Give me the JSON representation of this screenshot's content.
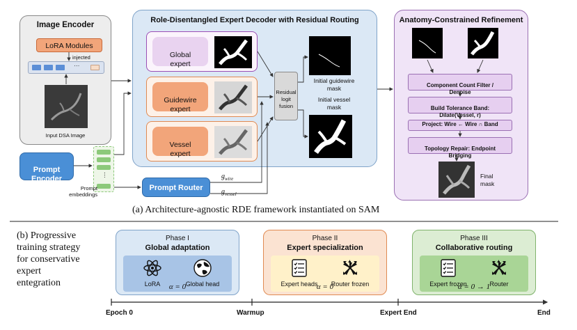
{
  "image_encoder": {
    "title": "Image Encoder",
    "lora_label": "LoRA Modules",
    "injected_label": "injected",
    "dots_label": "···",
    "input_caption": "Input DSA Image"
  },
  "prompt": {
    "encoder_label": "Prompt\nEncoder",
    "embeddings_label": "Prompt\nembeddings",
    "router_label": "Prompt Router",
    "g_wire": "g",
    "g_wire_sub": "wire",
    "g_vessel": "g",
    "g_vessel_sub": "vessel",
    "dots_label": "⋮"
  },
  "decoder": {
    "title": "Role-Disentangled Expert Decoder with Residual Routing",
    "global_expert": "Global\nexpert",
    "guidewire_expert": "Guidewire\nexpert",
    "vessel_expert": "Vessel\nexpert",
    "fusion_label": "Residual\nlogit\nfusion",
    "guidewire_mask_label": "Initial guidewire\nmask",
    "vessel_mask_label": "Initial vessel\nmask"
  },
  "refinement": {
    "title": "Anatomy-Constrained Refinement",
    "steps": [
      "Component Count Filter /\nDenoise",
      "Build Tolerance Band:\nDilate(Vessel, r)",
      "Project: Wire ← Wire ∩ Band",
      "Topology Repair: Endpoint\nBridging"
    ],
    "final_label": "Final\nmask"
  },
  "caption_a": "(a) Architecture-agnostic RDE framework instantiated on SAM",
  "caption_b": "(b) Progressive\ntraining strategy\nfor conservative\nexpert\nentegration",
  "phases": [
    {
      "title": "Phase I",
      "name": "Global adaptation",
      "icon1": "LoRA",
      "icon2": "Global head",
      "alpha": "α = 0"
    },
    {
      "title": "Phase II",
      "name": "Expert specialization",
      "icon1": "Expert heads",
      "icon2": "Router frozen",
      "alpha": "α = 0"
    },
    {
      "title": "Phase III",
      "name": "Collaborative routing",
      "icon1": "Expert frozen",
      "icon2": "Router",
      "alpha": "α = 0 → 1"
    }
  ],
  "timeline": [
    "Epoch 0",
    "Warmup",
    "Expert End",
    "End"
  ],
  "colors": {
    "blue_panel": "#dbe8f5",
    "blue_node": "#4a8fd6",
    "orange": "#f2a57a",
    "purple": "#f0e4f7",
    "green": "#8cc97a"
  }
}
